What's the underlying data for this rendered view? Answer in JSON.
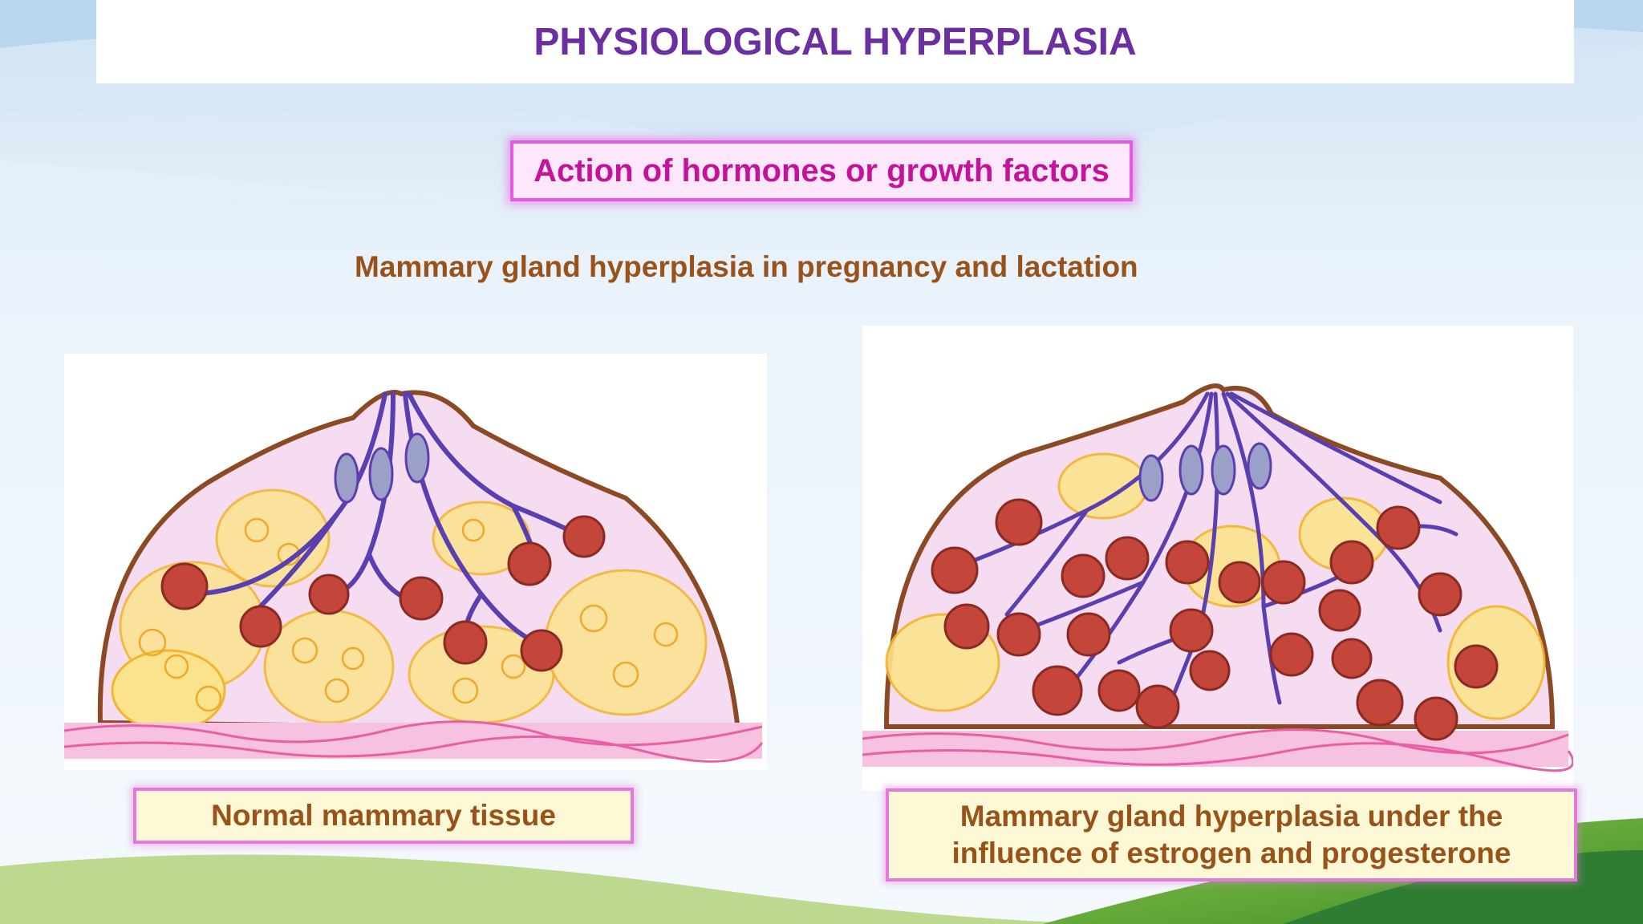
{
  "slide": {
    "title": "PHYSIOLOGICAL HYPERPLASIA",
    "highlight_box": "Action of hormones or growth factors",
    "subtitle": "Mammary gland hyperplasia in pregnancy and lactation"
  },
  "illustrations": [
    {
      "name": "normal-mammary-tissue-drawing",
      "caption": "Normal mammary tissue"
    },
    {
      "name": "hyperplasia-mammary-tissue-drawing",
      "caption_line1": "Mammary gland hyperplasia under the",
      "caption_line2": "influence of estrogen and progesterone"
    }
  ],
  "colors": {
    "title": "#6b2fa0",
    "highlight_text": "#c2139a",
    "caption_text": "#98521a",
    "duct": "#5a3fb0",
    "lobule": "#c4453a",
    "fat": "#f6c43a",
    "skin_outline": "#8b4a24",
    "stroma": "#e95fa5"
  }
}
